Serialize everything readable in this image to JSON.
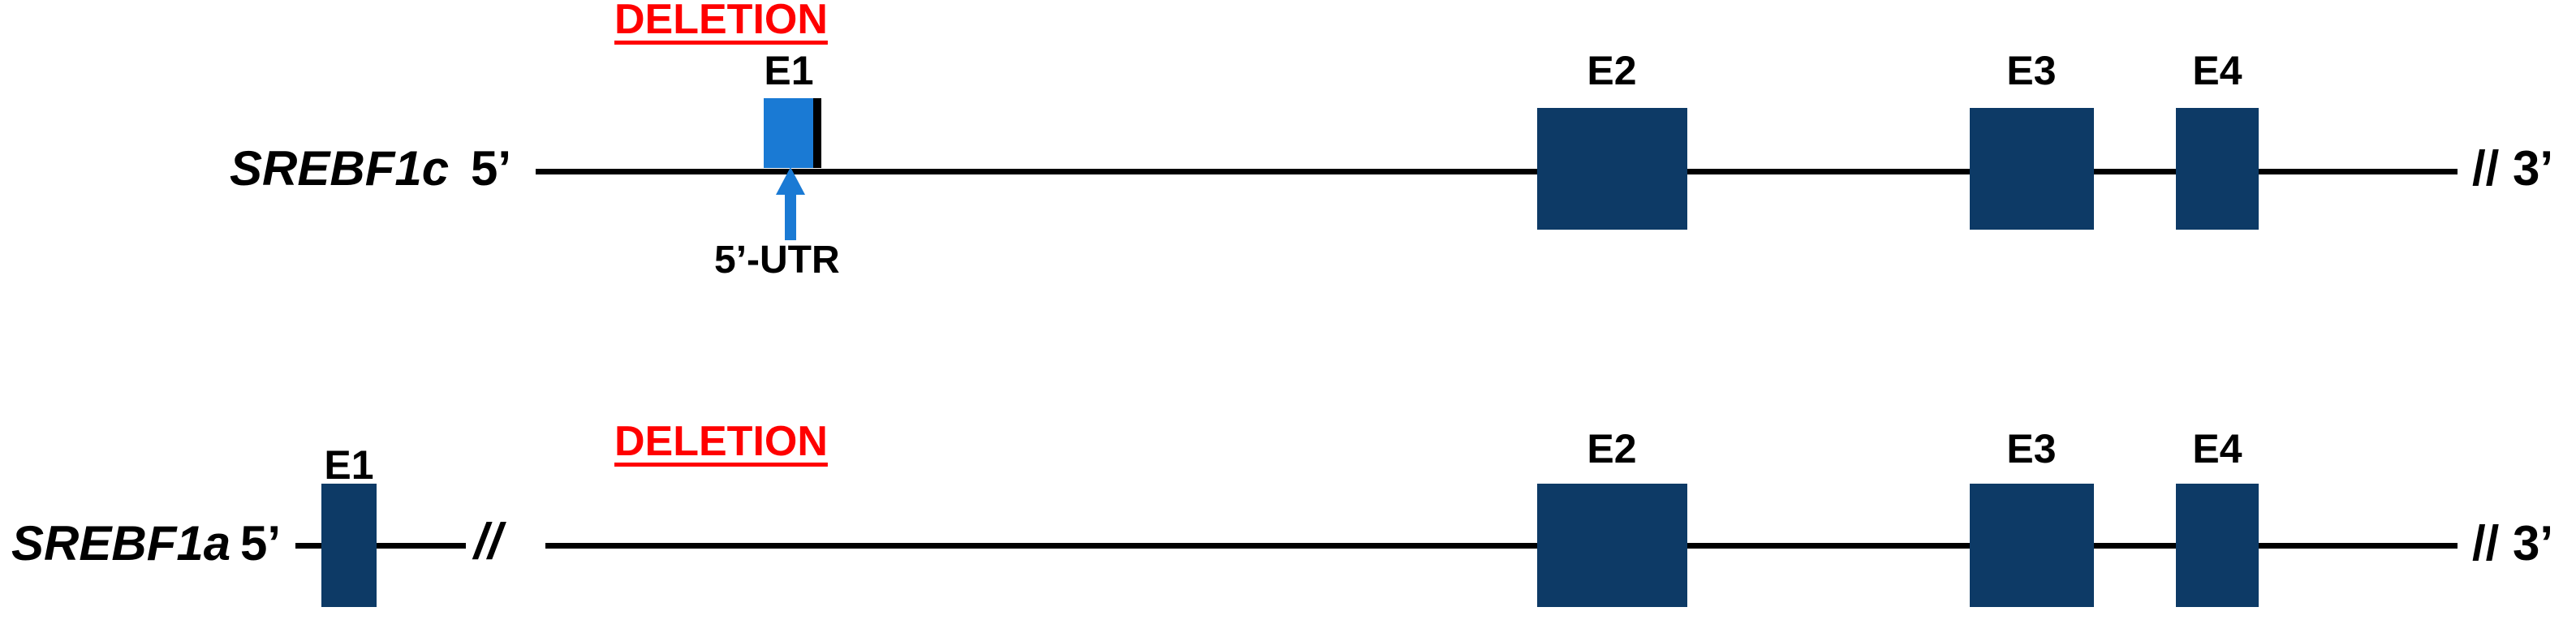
{
  "figure": {
    "type": "gene-structure-diagram",
    "description": "Schematic of SREBF1c and SREBF1a transcript isoform gene structures showing exons, introns and a deletion region",
    "colors": {
      "utr_blue": "#1a7ad4",
      "exon_navy": "#0d3a66",
      "deletion_red": "#FF0000",
      "line_black": "#000000",
      "background": "#FFFFFF"
    }
  },
  "rows": [
    {
      "id": "srebf1c",
      "gene_label": "SREBF1c",
      "five_prime_label": "5’",
      "three_prime_label": "// 3’",
      "deletion_label": "DELETION",
      "utr_annotation": "5’-UTR",
      "exons": [
        {
          "name": "E1",
          "kind": "utr-blue"
        },
        {
          "name": "E2",
          "kind": "coding-navy"
        },
        {
          "name": "E3",
          "kind": "coding-navy"
        },
        {
          "name": "E4",
          "kind": "coding-navy"
        }
      ]
    },
    {
      "id": "srebf1a",
      "gene_label": "SREBF1a",
      "five_prime_label": "5’",
      "three_prime_label": "// 3’",
      "deletion_label": "DELETION",
      "intron_break_label": "//",
      "exons": [
        {
          "name": "E1",
          "kind": "coding-navy"
        },
        {
          "name": "E2",
          "kind": "coding-navy"
        },
        {
          "name": "E3",
          "kind": "coding-navy"
        },
        {
          "name": "E4",
          "kind": "coding-navy"
        }
      ]
    }
  ]
}
